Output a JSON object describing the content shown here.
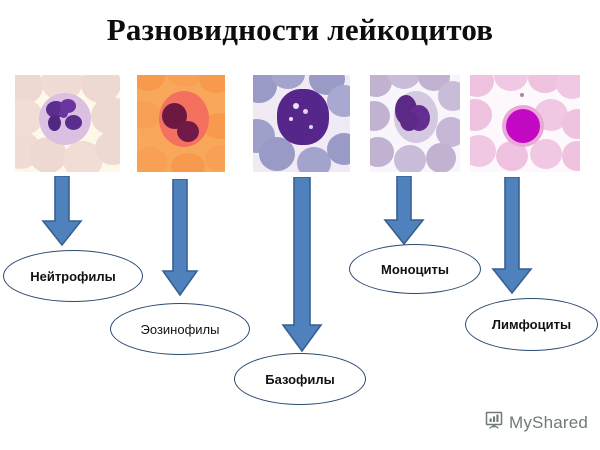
{
  "title": "Разновидности лейкоцитов",
  "colors": {
    "arrow_fill": "#4f81bd",
    "arrow_stroke": "#38618f",
    "ellipse_stroke": "#2a4c74",
    "ellipse_fill": "#ffffff",
    "title_text": "#0d0d0d",
    "label_text": "#121212",
    "watermark_text": "#6f7a72",
    "page_background": "#ffffff"
  },
  "micrographs": [
    {
      "name": "neutrophil-micrograph",
      "alt": "Микрофотография нейтрофила",
      "background": "#fdf8e8",
      "rbc_color": "#efd7cf",
      "cytoplasm_color": "#dcbde0",
      "nucleus_color": "#5b2d8e"
    },
    {
      "name": "eosinophil-micrograph",
      "alt": "Микрофотография эозинофила",
      "background": "#f9a košt",
      "bg": "#f9a75a",
      "rbc_color": "#f7944d",
      "cytoplasm_color": "#f4705f",
      "nucleus_color": "#6d1840"
    },
    {
      "name": "basophil-micrograph",
      "alt": "Микрофотография базофила",
      "bg": "#efeaf4",
      "rbc_color": "#9a9ac7",
      "cytoplasm_color": "#5b2d8e",
      "nucleus_color": "#4a1f7d"
    },
    {
      "name": "monocyte-micrograph",
      "alt": "Микрофотография моноцита",
      "bg": "#f7f4fa",
      "rbc_color": "#bcaecd",
      "cytoplasm_color": "#cfc2dd",
      "nucleus_color": "#5c2a86"
    },
    {
      "name": "lymphocyte-micrograph",
      "alt": "Микрофотография лимфоцита",
      "bg": "#fdf6fa",
      "rbc_color": "#eec0de",
      "cytoplasm_color": "#e9a9d4",
      "nucleus_color": "#c409c4"
    }
  ],
  "labels": [
    {
      "text": "Нейтрофилы",
      "for": "neutrophil"
    },
    {
      "text": "Эозинофилы",
      "for": "eosinophil"
    },
    {
      "text": "Базофилы",
      "for": "basophil"
    },
    {
      "text": "Моноциты",
      "for": "monocyte"
    },
    {
      "text": "Лимфоциты",
      "for": "lymphocyte"
    }
  ],
  "arrows": [
    {
      "name": "arrow-to-neutrophil",
      "direction": "down"
    },
    {
      "name": "arrow-to-eosinophil",
      "direction": "down"
    },
    {
      "name": "arrow-to-basophil",
      "direction": "down"
    },
    {
      "name": "arrow-to-monocyte",
      "direction": "down"
    },
    {
      "name": "arrow-to-lymphocyte",
      "direction": "down"
    }
  ],
  "watermark": {
    "text": "MyShared",
    "icon": "presentation-chart-icon"
  }
}
